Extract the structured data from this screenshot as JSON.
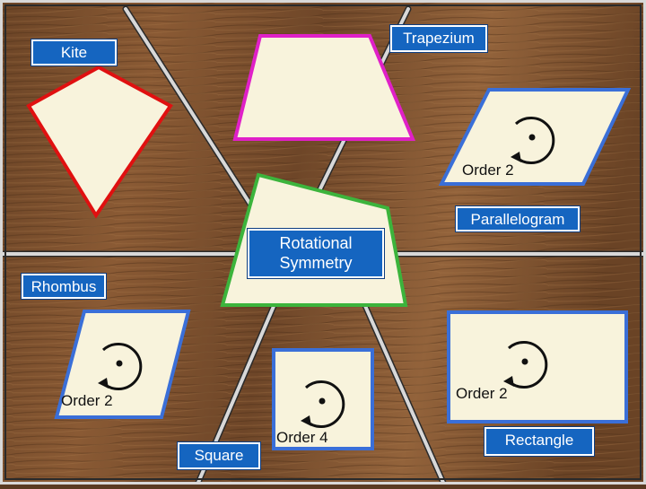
{
  "labels": {
    "kite": "Kite",
    "trapezium": "Trapezium",
    "parallelogram": "Parallelogram",
    "rotational_symmetry": "Rotational Symmetry",
    "rhombus": "Rhombus",
    "square": "Square",
    "rectangle": "Rectangle"
  },
  "orders": {
    "parallelogram": "Order 2",
    "rhombus": "Order 2",
    "square": "Order 4",
    "rectangle": "Order 2"
  },
  "colors": {
    "kite_outline": "#e01010",
    "trapezium_outline": "#e020c8",
    "center_outline": "#3cb43c",
    "quad_outline": "#3a6fd8",
    "shape_fill": "#f8f3dc",
    "label_bg": "#1565c0",
    "divider": "#d8d8d8"
  }
}
